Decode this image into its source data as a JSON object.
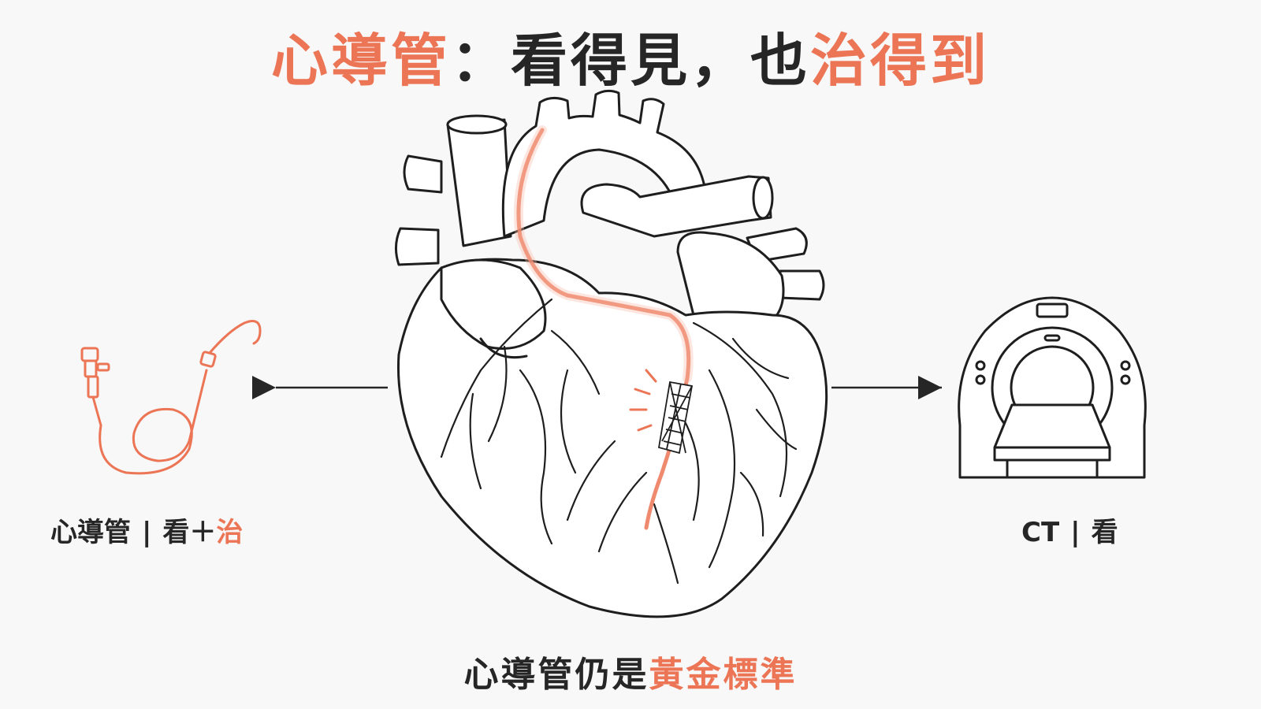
{
  "title": {
    "part1": "心導管",
    "colon": "：",
    "part2": "看得見，也",
    "part3": "治得到"
  },
  "left_label": {
    "name": "心導管",
    "sep": "|",
    "see": "看＋",
    "treat": "治"
  },
  "right_label": {
    "name": "CT",
    "sep": "|",
    "see": "看"
  },
  "bottom": {
    "plain": "心導管仍是",
    "highlight": "黃金標準"
  },
  "colors": {
    "accent": "#ec7556",
    "ink": "#262626",
    "background": "#f8f8f8"
  },
  "icons": [
    "heart-icon",
    "catheter-icon",
    "ct-scanner-icon",
    "stent-icon"
  ]
}
